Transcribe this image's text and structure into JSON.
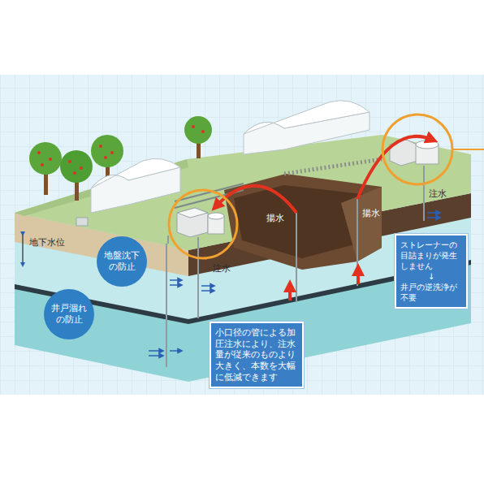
{
  "diagram": {
    "nodes": [
      {
        "text": [
          "地盤沈下の防止"
        ]
      },
      {
        "text": [
          "井戸涸れの防止"
        ]
      },
      {
        "text": [
          "ストレーナーの目詰まりが発生しません",
          "↓",
          "井戸の逆洗浄が不要"
        ]
      },
      {
        "text": [
          "小口径の管による加圧注水により、注水量が従来のものより大きく、本数を大幅に低減できます"
        ]
      }
    ],
    "labels": [
      "地下水位",
      "注水",
      "揚水",
      "揚水",
      "注水"
    ]
  }
}
